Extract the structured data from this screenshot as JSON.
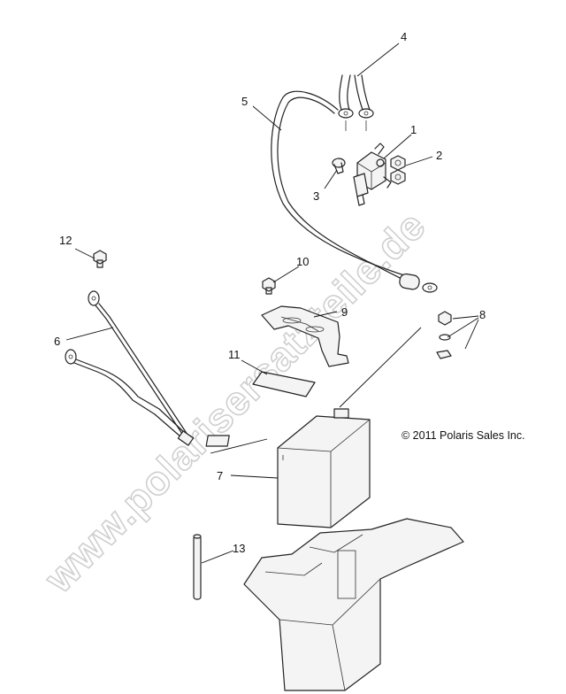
{
  "copyright": "© 2011 Polaris Sales Inc.",
  "watermark": "www.polarisersatzteile.de",
  "callouts": [
    {
      "id": "1",
      "label": "1"
    },
    {
      "id": "2",
      "label": "2"
    },
    {
      "id": "3",
      "label": "3"
    },
    {
      "id": "4",
      "label": "4"
    },
    {
      "id": "5",
      "label": "5"
    },
    {
      "id": "6",
      "label": "6"
    },
    {
      "id": "7",
      "label": "7"
    },
    {
      "id": "8",
      "label": "8"
    },
    {
      "id": "9",
      "label": "9"
    },
    {
      "id": "10",
      "label": "10"
    },
    {
      "id": "11",
      "label": "11"
    },
    {
      "id": "12",
      "label": "12"
    },
    {
      "id": "13",
      "label": "13"
    }
  ],
  "parts": [
    "solenoid",
    "nut",
    "screw",
    "negative-cable",
    "positive-cable",
    "battery-cable",
    "battery",
    "bolt-and-nut",
    "battery-hold-down",
    "bolt",
    "foam-pad",
    "bolt-small",
    "vent-tube",
    "battery-box"
  ]
}
